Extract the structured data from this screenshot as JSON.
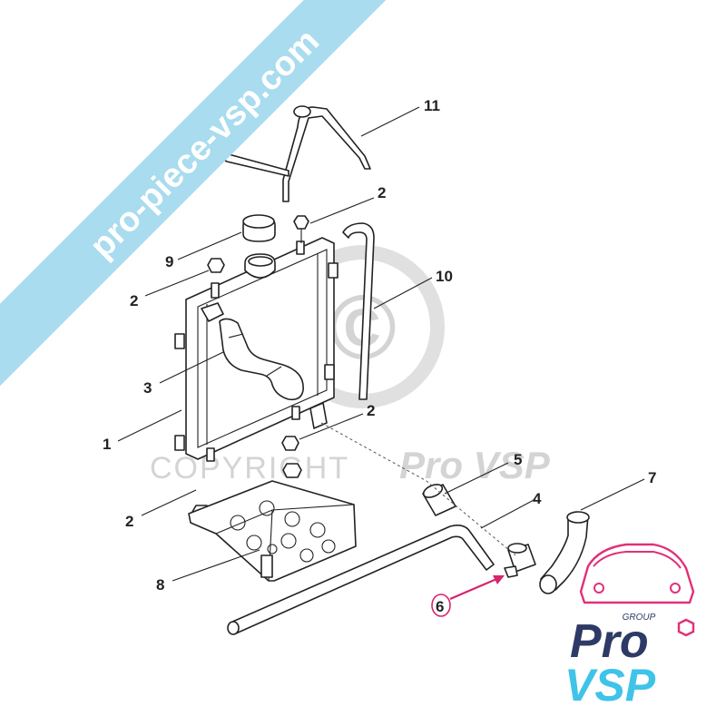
{
  "watermark": {
    "banner_text": "pro-piece-vsp.com",
    "banner_color": "#a8dcee",
    "copyright_symbol": "©",
    "copyright_text": "COPYRIGHT",
    "copyright_brand": "Pro VSP"
  },
  "callouts": {
    "part_1": "1",
    "part_2_top": "2",
    "part_2_left": "2",
    "part_2_mid": "2",
    "part_2_bottom": "2",
    "part_3": "3",
    "part_4": "4",
    "part_5": "5",
    "part_6": "6",
    "part_7": "7",
    "part_8": "8",
    "part_9": "9",
    "part_10": "10",
    "part_11": "11"
  },
  "highlight_color": "#d6246e",
  "logo": {
    "group_text": "GROUP",
    "line1": "Pro",
    "line2": "VSP",
    "color_dark": "#2e3a66",
    "color_light": "#3fc3e8",
    "color_accent": "#e0307a"
  }
}
